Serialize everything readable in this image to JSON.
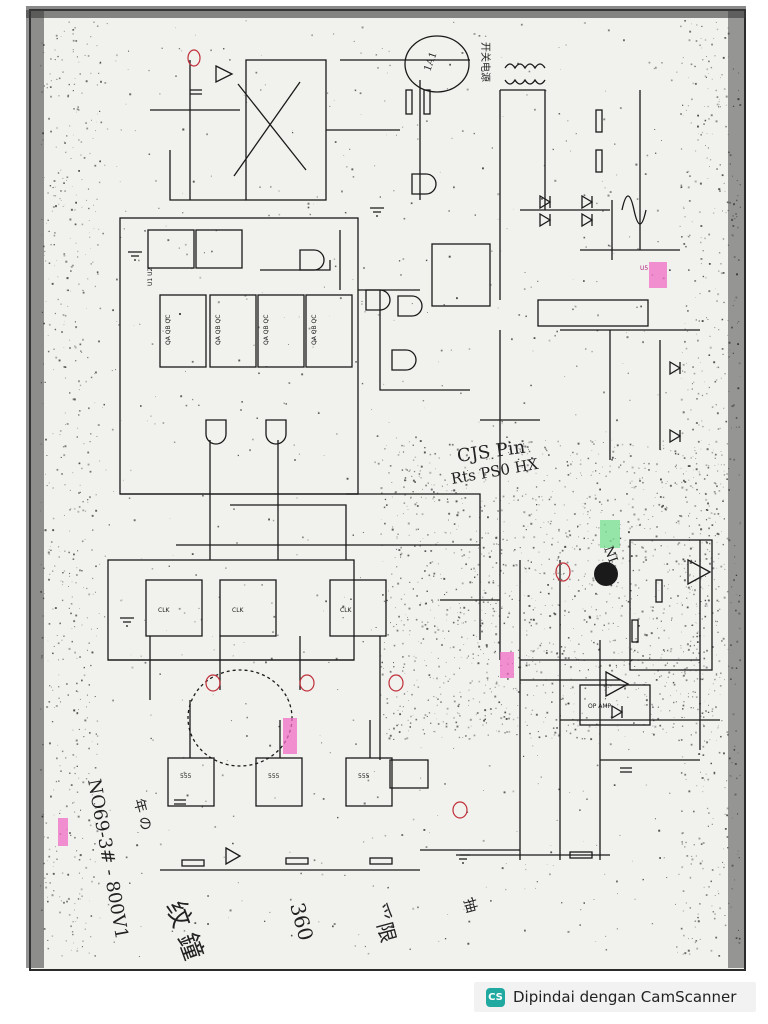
{
  "watermark": {
    "logo_text": "CS",
    "label": "Dipindai dengan CamScanner",
    "logo_color": "#1fa9a0"
  },
  "schematic": {
    "colors": {
      "ink": "#1a1a1a",
      "paper": "#f1f1ee",
      "frame": "#2b2b2b",
      "pink_highlight": "#f06cc4",
      "green_highlight": "#6ee08a",
      "red_pen": "#c0303a"
    },
    "notes": {
      "pin_label": "CJS Pin",
      "freq_note": "Rts PS0 HX",
      "nl_mark": "NL",
      "handwritten_id": "NO69-3# - 800V1",
      "left_note": "年 の",
      "bottom_note_1": "纹 鐘",
      "bottom_note_2": "360",
      "bottom_note_3": "爫限",
      "bottom_note_4": "抽"
    },
    "top_labels": {
      "top_center_circle": "1A1",
      "top_right_title": "开关电源"
    }
  }
}
